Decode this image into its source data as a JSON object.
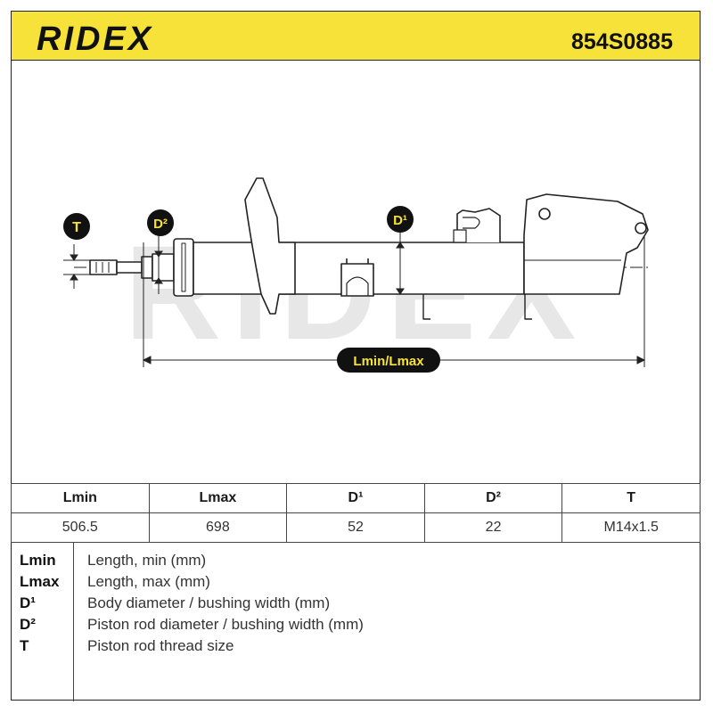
{
  "header": {
    "brand": "RIDEX",
    "part_number": "854S0885",
    "colors": {
      "header_bg": "#f7e23a",
      "badge_bg": "#111111",
      "badge_text": "#f7e23a"
    }
  },
  "diagram": {
    "watermark": "RIDEX",
    "labels": {
      "T": "T",
      "D2": "D²",
      "D1": "D¹",
      "length": "Lmin/Lmax"
    }
  },
  "specs": {
    "columns": [
      "Lmin",
      "Lmax",
      "D¹",
      "D²",
      "T"
    ],
    "values": [
      "506.5",
      "698",
      "52",
      "22",
      "M14x1.5"
    ]
  },
  "legend": [
    {
      "key": "Lmin",
      "desc": "Length, min (mm)"
    },
    {
      "key": "Lmax",
      "desc": "Length, max (mm)"
    },
    {
      "key": "D¹",
      "desc": "Body diameter / bushing width (mm)"
    },
    {
      "key": "D²",
      "desc": "Piston rod diameter / bushing width (mm)"
    },
    {
      "key": "T",
      "desc": "Piston rod thread size"
    }
  ]
}
